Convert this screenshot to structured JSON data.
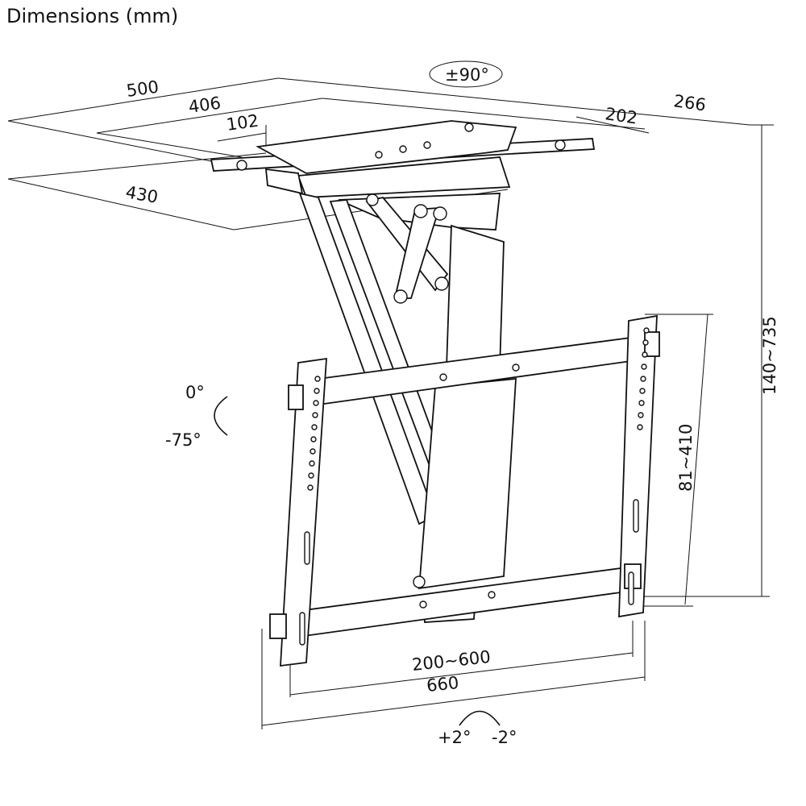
{
  "title": "Dimensions (mm)",
  "dimensions": {
    "ceiling_width_total": "500",
    "ceiling_width_outer": "406",
    "ceiling_width_inner": "102",
    "ceiling_depth_inner": "202",
    "ceiling_depth_total": "266",
    "ceiling_depth_side": "430",
    "height_range": "140~735",
    "vesa_vertical_range": "81~410",
    "vesa_horizontal_range": "200~600",
    "bracket_width": "660"
  },
  "rotation": {
    "swivel": "±90°",
    "tilt_max": "0°",
    "tilt_min": "-75°",
    "level_plus": "+2°",
    "level_minus": "-2°"
  }
}
